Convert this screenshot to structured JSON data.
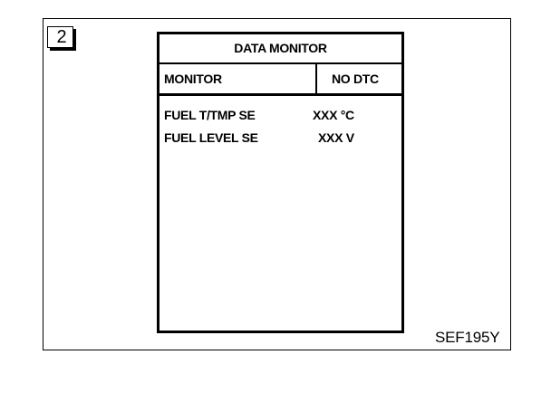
{
  "step_number": "2",
  "screen": {
    "title": "DATA MONITOR",
    "header": {
      "monitor_label": "MONITOR",
      "status_label": "NO DTC"
    },
    "items": [
      {
        "name": "FUEL T/TMP SE",
        "value": "XXX °C"
      },
      {
        "name": "FUEL LEVEL SE",
        "value": "XXX V"
      }
    ]
  },
  "figure_code": "SEF195Y"
}
